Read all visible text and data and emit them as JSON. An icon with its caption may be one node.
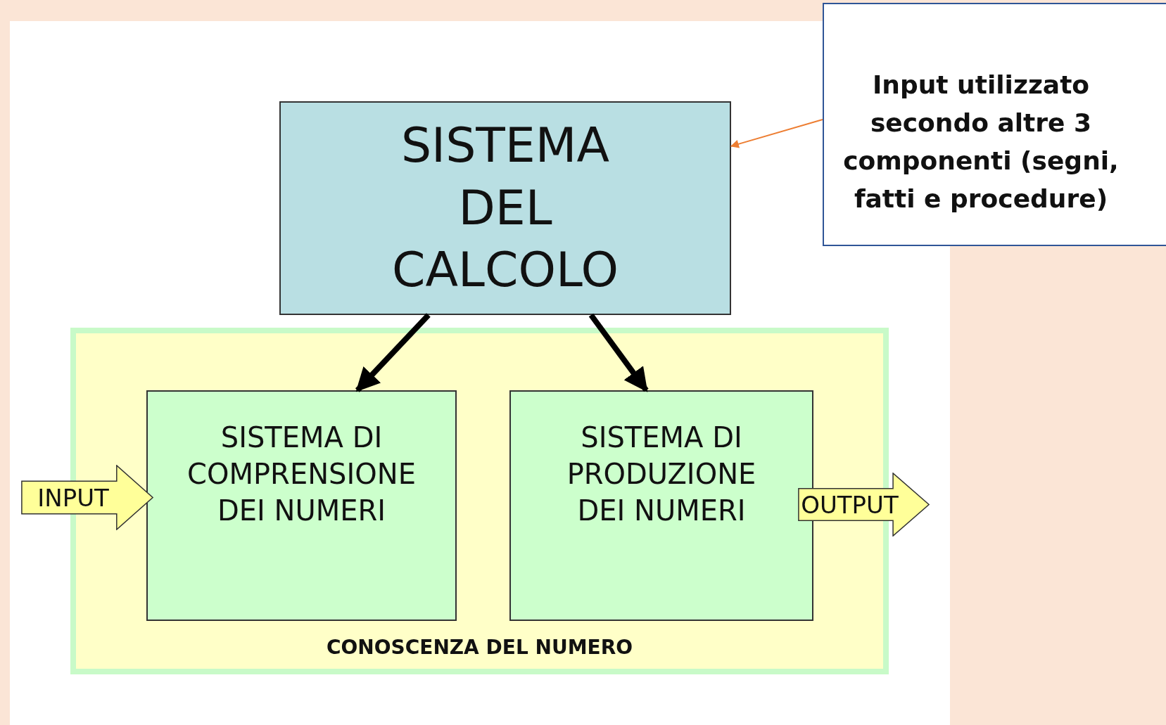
{
  "diagram": {
    "nodes": [
      {
        "text": [
          "SISTEMA DEL CALCOLO"
        ]
      },
      {
        "text": [
          "CONOSCENZA DEL NUMERO"
        ]
      },
      {
        "text": [
          "SISTEMA DI COMPRENSIONE DEI NUMERI"
        ],
        "in": 1
      },
      {
        "text": [
          "SISTEMA DI PRODUZIONE DEI NUMERI"
        ],
        "in": 1
      },
      {
        "text": [
          "INPUT"
        ]
      },
      {
        "text": [
          "OUTPUT"
        ]
      },
      {
        "text": [
          "Input utilizzato secondo altre 3 componenti (segni, fatti e procedure)"
        ]
      }
    ],
    "edges": [
      {
        "from": 0,
        "to": 2,
        "arrow": "to"
      },
      {
        "from": 0,
        "to": 3,
        "arrow": "to"
      },
      {
        "from": 6,
        "to": 0,
        "arrow": "to",
        "color": "#ed7d31"
      }
    ]
  }
}
